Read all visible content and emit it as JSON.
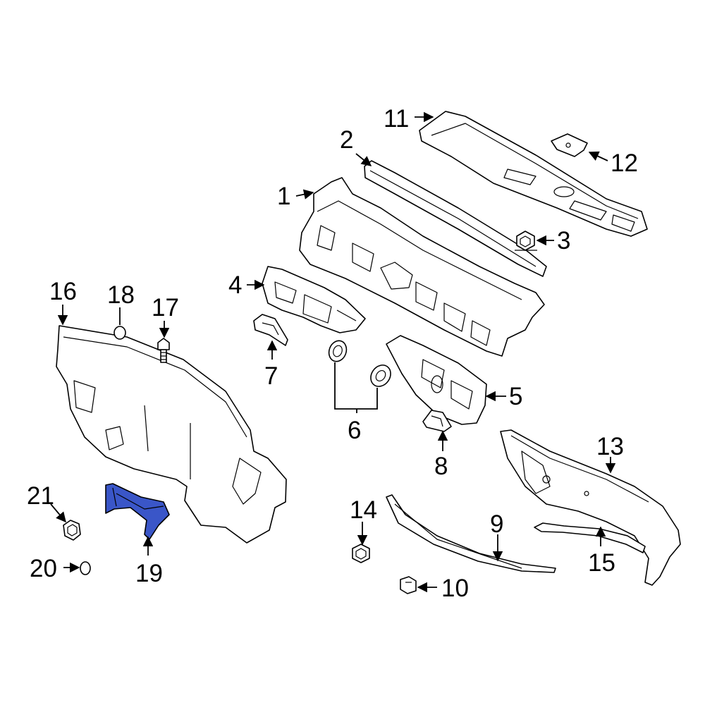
{
  "callouts": {
    "c1": "1",
    "c2": "2",
    "c3": "3",
    "c4": "4",
    "c5": "5",
    "c6": "6",
    "c7": "7",
    "c8": "8",
    "c9": "9",
    "c10": "10",
    "c11": "11",
    "c12": "12",
    "c13": "13",
    "c14": "14",
    "c15": "15",
    "c16": "16",
    "c17": "17",
    "c18": "18",
    "c19": "19",
    "c20": "20",
    "c21": "21"
  },
  "highlighted_part": "19",
  "colors": {
    "highlight": "#3a56c8",
    "line": "#000000",
    "background": "#ffffff"
  }
}
